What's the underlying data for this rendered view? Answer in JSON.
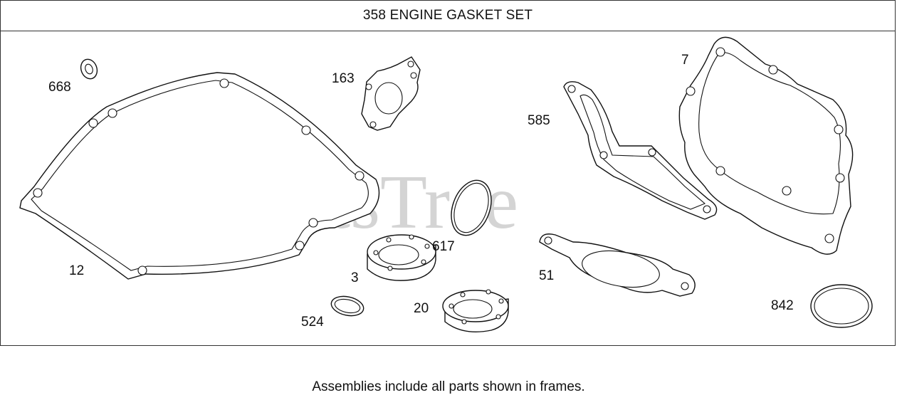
{
  "title": "358 ENGINE GASKET SET",
  "watermark": "PartsTree",
  "footer_note": "Assemblies include all parts shown in frames.",
  "parts": [
    {
      "ref": "668",
      "name": "seal-ring"
    },
    {
      "ref": "12",
      "name": "crankcase-gasket"
    },
    {
      "ref": "163",
      "name": "carburetor-gasket"
    },
    {
      "ref": "617",
      "name": "o-ring"
    },
    {
      "ref": "3",
      "name": "oil-seal"
    },
    {
      "ref": "524",
      "name": "o-ring"
    },
    {
      "ref": "20",
      "name": "oil-seal"
    },
    {
      "ref": "585",
      "name": "intake-gasket"
    },
    {
      "ref": "51",
      "name": "exhaust-gasket"
    },
    {
      "ref": "7",
      "name": "cylinder-head-gasket"
    },
    {
      "ref": "842",
      "name": "o-ring"
    }
  ],
  "colors": {
    "line": "#111111",
    "frame": "#333333",
    "watermark": "#d4d4d4"
  }
}
